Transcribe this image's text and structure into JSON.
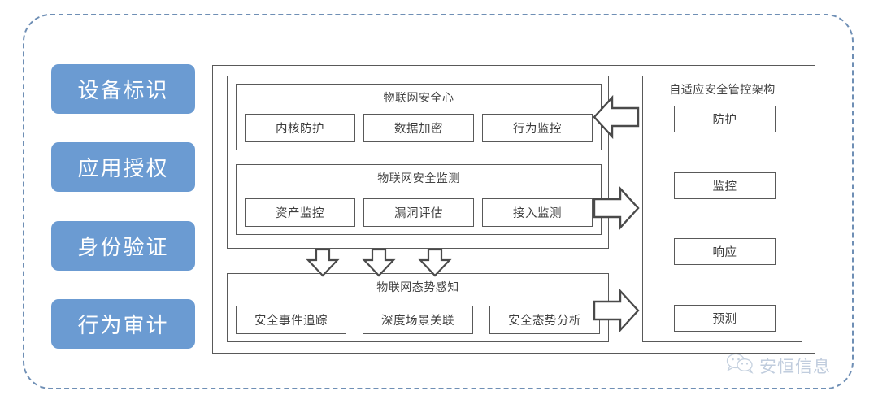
{
  "left_pills": [
    {
      "label": "设备标识"
    },
    {
      "label": "应用授权"
    },
    {
      "label": "身份验证"
    },
    {
      "label": "行为审计"
    }
  ],
  "middle": {
    "panels": [
      {
        "title": "物联网安全心",
        "items": [
          "内核防护",
          "数据加密",
          "行为监控"
        ]
      },
      {
        "title": "物联网安全监测",
        "items": [
          "资产监控",
          "漏洞评估",
          "接入监测"
        ]
      },
      {
        "title": "物联网态势感知",
        "items": [
          "安全事件追踪",
          "深度场景关联",
          "安全态势分析"
        ]
      }
    ]
  },
  "right_panel": {
    "title": "自适应安全管控架构",
    "items": [
      "防护",
      "监控",
      "响应",
      "预测"
    ]
  },
  "arrows": {
    "left_to_core": "arrow-left",
    "right_from_monitor": "arrow-right",
    "right_from_awareness": "arrow-right",
    "down_1": "arrow-down",
    "down_2": "arrow-down",
    "down_3": "arrow-down"
  },
  "watermark": {
    "icon": "wechat-icon",
    "text": "安恒信息"
  },
  "colors": {
    "pill_blue": "#6b9bd2",
    "border_gray": "#595959",
    "dashed_border": "#6f8fb5",
    "watermark": "#8fa6c4"
  }
}
